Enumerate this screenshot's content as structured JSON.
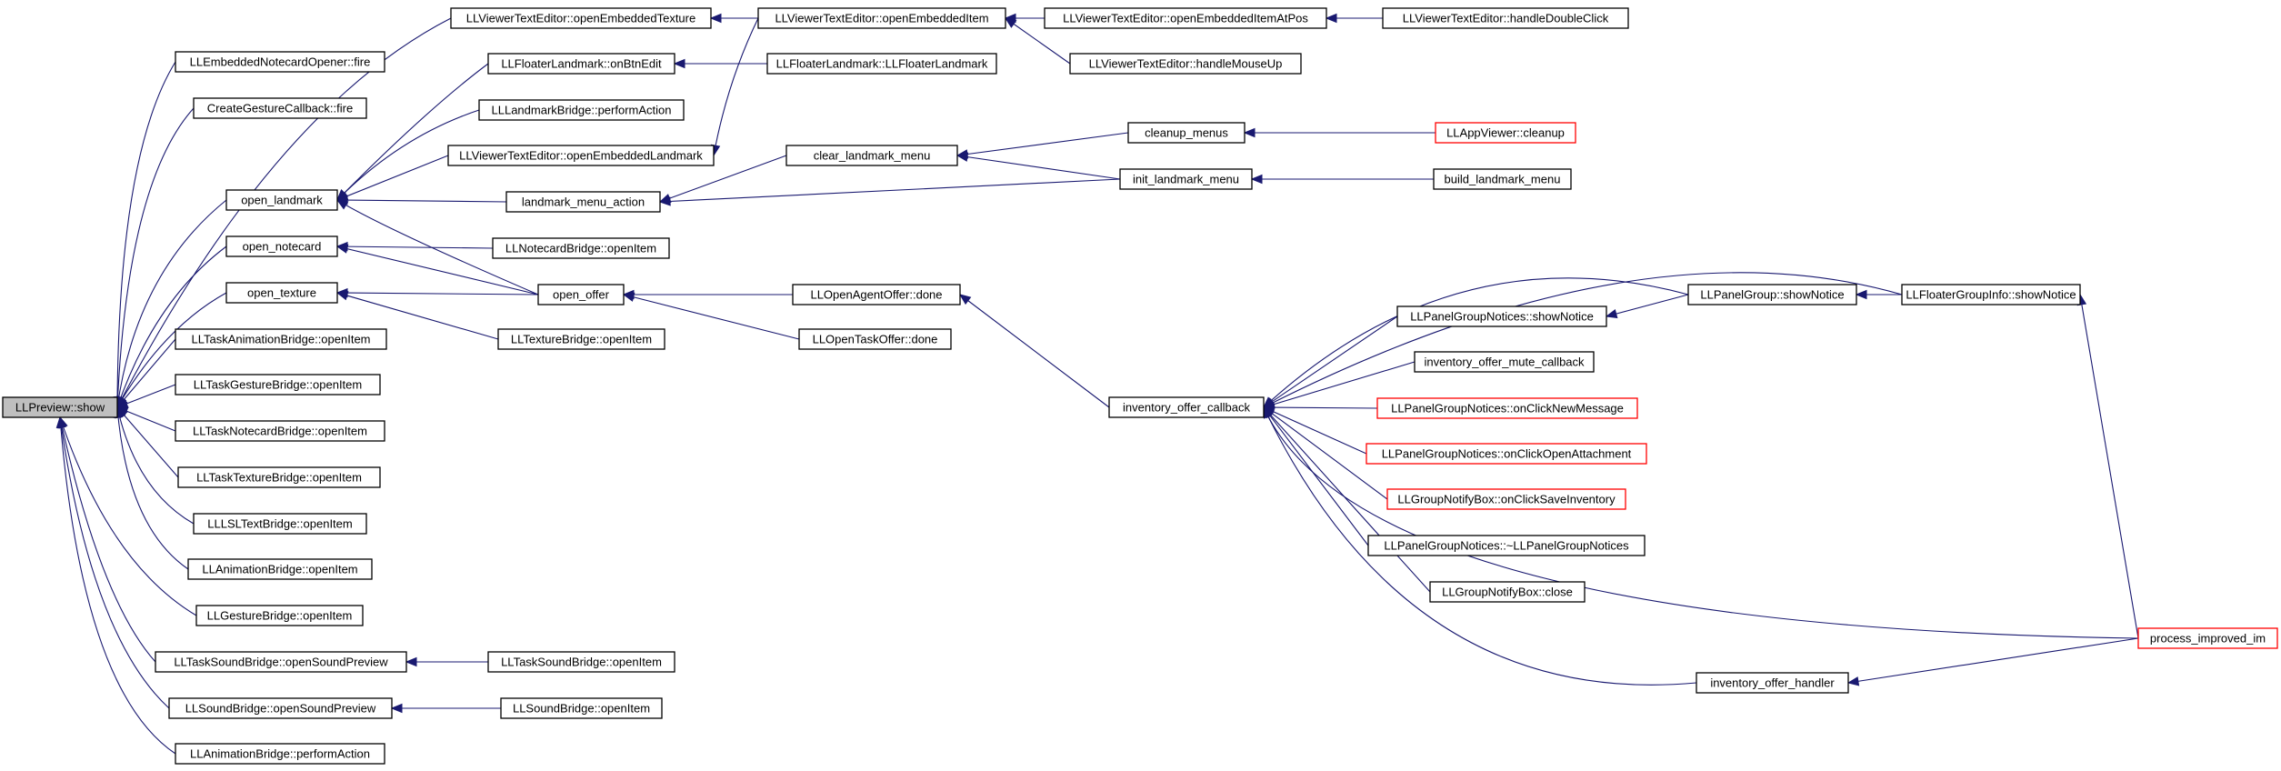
{
  "colors": {
    "edge": "#191970",
    "node_border": "#000000",
    "truncated_border": "#ff0000",
    "root_fill": "#bfbfbf"
  },
  "nodes": {
    "show": "LLPreview::show",
    "emb_fire": "LLEmbeddedNotecardOpener::fire",
    "gesture_fire": "CreateGestureCallback::fire",
    "open_landmark": "open_landmark",
    "open_notecard": "open_notecard",
    "open_texture": "open_texture",
    "task_anim": "LLTaskAnimationBridge::openItem",
    "task_gesture": "LLTaskGestureBridge::openItem",
    "task_notecard": "LLTaskNotecardBridge::openItem",
    "task_texture": "LLTaskTextureBridge::openItem",
    "lsl": "LLLSLTextBridge::openItem",
    "anim_bridge": "LLAnimationBridge::openItem",
    "gesture_bridge": "LLGestureBridge::openItem",
    "task_sound_prev": "LLTaskSoundBridge::openSoundPreview",
    "sound_prev": "LLSoundBridge::openSoundPreview",
    "anim_perform": "LLAnimationBridge::performAction",
    "emb_texture": "LLViewerTextEditor::openEmbeddedTexture",
    "on_btn_edit": "LLFloaterLandmark::onBtnEdit",
    "lm_perform": "LLLandmarkBridge::performAction",
    "emb_landmark": "LLViewerTextEditor::openEmbeddedLandmark",
    "lm_menu_action": "landmark_menu_action",
    "notecard_open": "LLNotecardBridge::openItem",
    "open_offer": "open_offer",
    "texture_open": "LLTextureBridge::openItem",
    "task_sound_open": "LLTaskSoundBridge::openItem",
    "sound_open": "LLSoundBridge::openItem",
    "emb_item": "LLViewerTextEditor::openEmbeddedItem",
    "fl_ctor": "LLFloaterLandmark::LLFloaterLandmark",
    "clear_lm": "clear_landmark_menu",
    "agent_done": "LLOpenAgentOffer::done",
    "task_done": "LLOpenTaskOffer::done",
    "emb_item_pos": "LLViewerTextEditor::openEmbeddedItemAtPos",
    "mouse_up": "LLViewerTextEditor::handleMouseUp",
    "cleanup_menus": "cleanup_menus",
    "init_lm": "init_landmark_menu",
    "double_click": "LLViewerTextEditor::handleDoubleClick",
    "app_cleanup": "LLAppViewer::cleanup",
    "build_lm": "build_landmark_menu",
    "inv_cb": "inventory_offer_callback",
    "pgn_show": "LLPanelGroupNotices::showNotice",
    "mute_cb": "inventory_offer_mute_callback",
    "new_msg": "LLPanelGroupNotices::onClickNewMessage",
    "open_att": "LLPanelGroupNotices::onClickOpenAttachment",
    "save_inv": "LLGroupNotifyBox::onClickSaveInventory",
    "pgn_dtor": "LLPanelGroupNotices::~LLPanelGroupNotices",
    "gnb_close": "LLGroupNotifyBox::close",
    "inv_handler": "inventory_offer_handler",
    "pg_show": "LLPanelGroup::showNotice",
    "fgi_show": "LLFloaterGroupInfo::showNotice",
    "process_im": "process_improved_im"
  }
}
